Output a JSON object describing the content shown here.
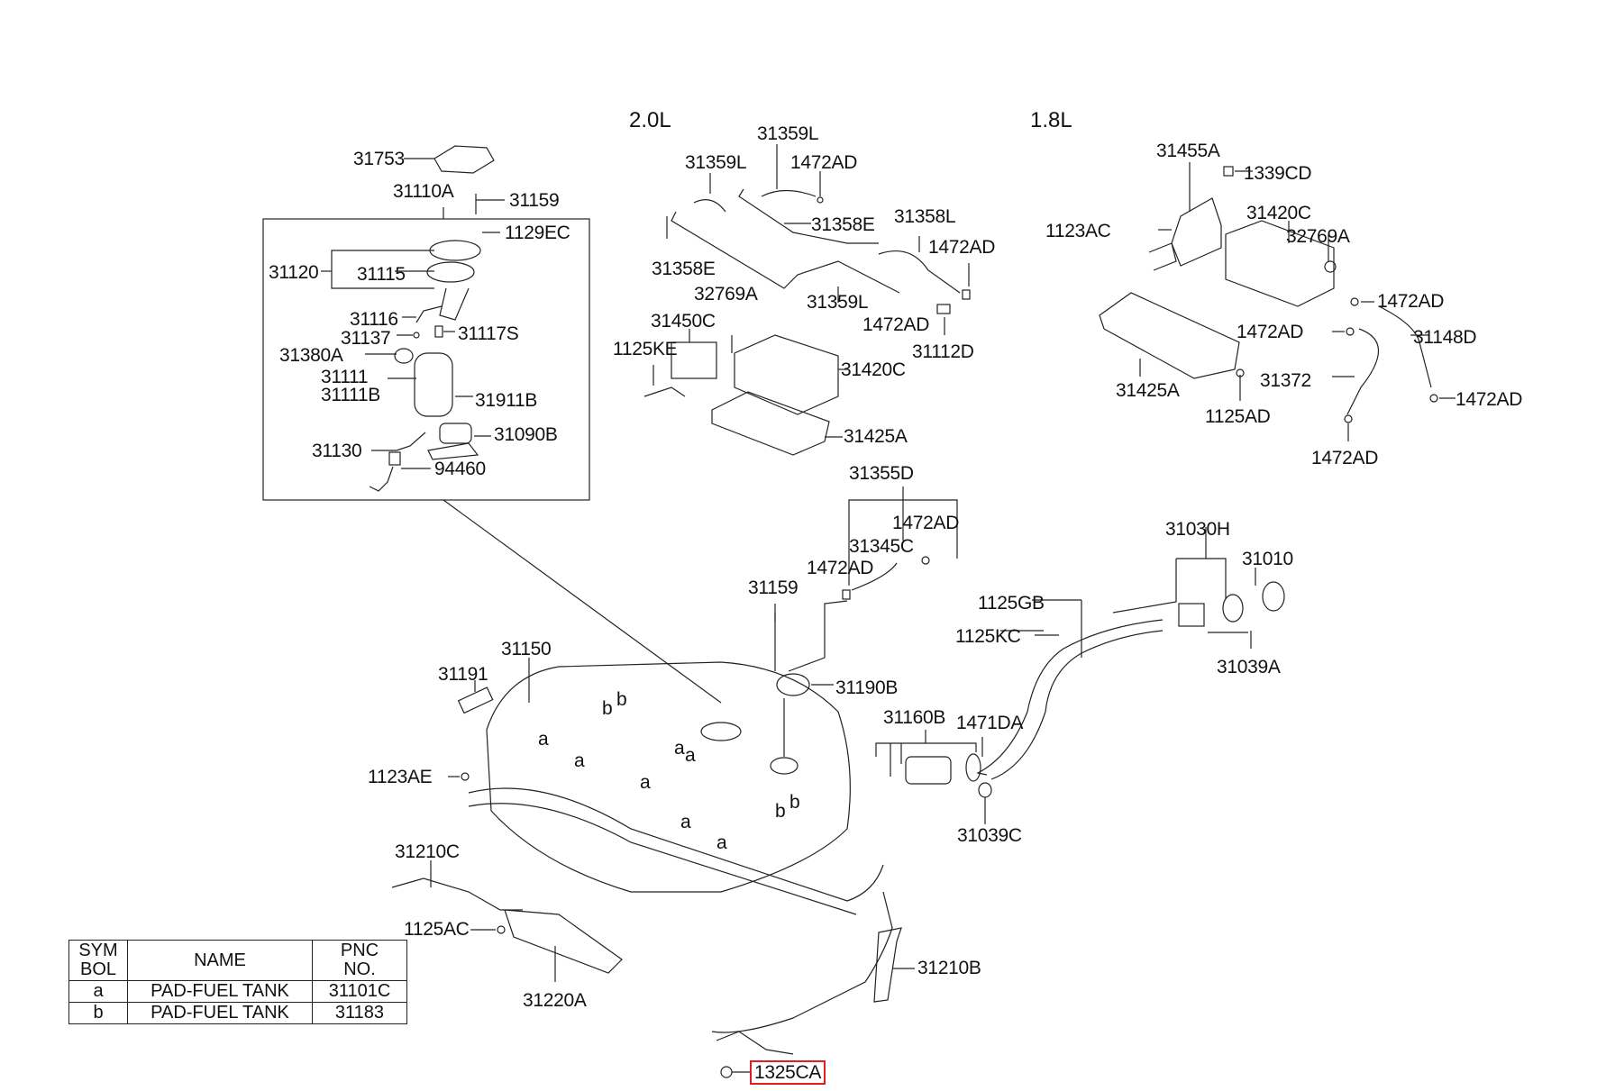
{
  "sections": {
    "engine_20": "2.0L",
    "engine_18": "1.8L"
  },
  "labels": {
    "p31753": "31753",
    "p31110A": "31110A",
    "p31159_top": "31159",
    "p1129EC": "1129EC",
    "p31120": "31120",
    "p31115": "31115",
    "p31116": "31116",
    "p31137": "31137",
    "p31117S": "31117S",
    "p31380A": "31380A",
    "p31111": "31111",
    "p31111B": "31111B",
    "p31911B": "31911B",
    "p31130": "31130",
    "p31090B": "31090B",
    "p94460": "94460",
    "p31359L_a": "31359L",
    "p31359L_b": "31359L",
    "p31359L_c": "31359L",
    "p1472AD_a": "1472AD",
    "p31358E_a": "31358E",
    "p31358E_b": "31358E",
    "p31358L": "31358L",
    "p1472AD_b": "1472AD",
    "p1472AD_c": "1472AD",
    "p31112D": "31112D",
    "p32769A_a": "32769A",
    "p31450C": "31450C",
    "p1125KE": "1125KE",
    "p31420C_a": "31420C",
    "p31425A_a": "31425A",
    "p31455A": "31455A",
    "p1339CD": "1339CD",
    "p1123AC": "1123AC",
    "p31420C_b": "31420C",
    "p32769A_b": "32769A",
    "p1472AD_d": "1472AD",
    "p1472AD_e": "1472AD",
    "p31148D": "31148D",
    "p31425A_b": "31425A",
    "p31372": "31372",
    "p1125AD": "1125AD",
    "p1472AD_f": "1472AD",
    "p1472AD_g": "1472AD",
    "p31355D": "31355D",
    "p1472AD_h": "1472AD",
    "p31345C": "31345C",
    "p1472AD_i": "1472AD",
    "p31159_mid": "31159",
    "p31190B": "31190B",
    "p31030H": "31030H",
    "p31010": "31010",
    "p1125GB": "1125GB",
    "p1125KC": "1125KC",
    "p31039A": "31039A",
    "p31160B": "31160B",
    "p1471DA": "1471DA",
    "p31039C": "31039C",
    "p31150": "31150",
    "p31191": "31191",
    "p1123AE": "1123AE",
    "p31210C": "31210C",
    "p1125AC": "1125AC",
    "p31220A": "31220A",
    "p31210B": "31210B",
    "p1325CA": "1325CA"
  },
  "pad_marks": {
    "a": "a",
    "b": "b"
  },
  "legend": {
    "headers": [
      "SYM\nBOL",
      "NAME",
      "PNC\nNO."
    ],
    "header_sym_1": "SYM",
    "header_sym_2": "BOL",
    "header_name": "NAME",
    "header_pnc_1": "PNC",
    "header_pnc_2": "NO.",
    "rows": [
      {
        "symbol": "a",
        "name": "PAD-FUEL TANK",
        "pnc": "31101C"
      },
      {
        "symbol": "b",
        "name": "PAD-FUEL TANK",
        "pnc": "31183"
      }
    ]
  },
  "highlight": {
    "part": "1325CA",
    "color": "#e02020"
  }
}
